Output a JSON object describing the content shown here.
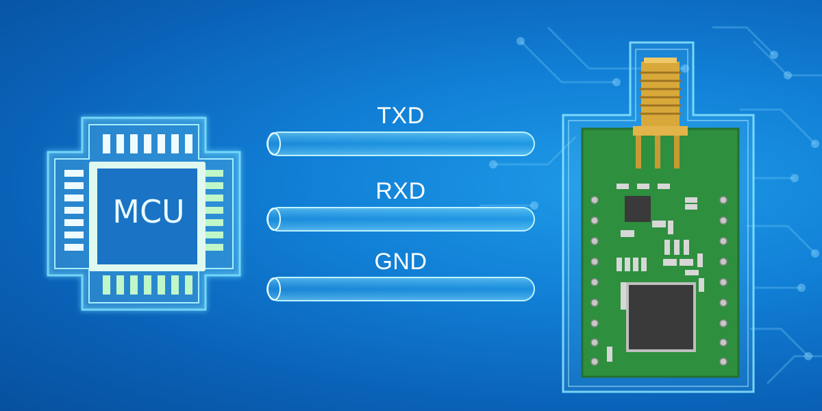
{
  "mcu": {
    "label": "MCU"
  },
  "wires": [
    {
      "label": "TXD"
    },
    {
      "label": "RXD"
    },
    {
      "label": "GND"
    }
  ],
  "colors": {
    "background": "#1180d6",
    "glow": "#7fe3ff",
    "chip_pin": "#bff7c8",
    "pcb": "#2e8f3e",
    "antenna": "#d8a93a"
  }
}
